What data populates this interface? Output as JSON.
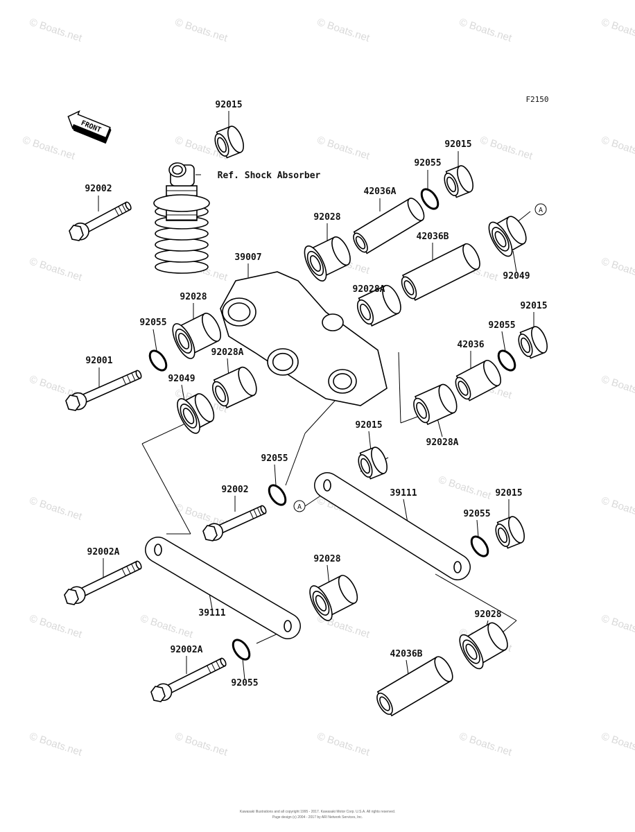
{
  "diagram_code": "F2150",
  "front_indicator": "FRONT",
  "reference_note": "Ref. Shock Absorber",
  "ref_marker": "A",
  "watermark": "© Boats.net",
  "labels": [
    "92015",
    "92002",
    "92015",
    "92055",
    "42036A",
    "92028",
    "42036B",
    "92049",
    "39007",
    "92028A",
    "92028",
    "92015",
    "92055",
    "92055",
    "42036",
    "92001",
    "92028A",
    "92049",
    "92028A",
    "92015",
    "92055",
    "92002",
    "39111",
    "92015",
    "92055",
    "92002A",
    "92028",
    "39111",
    "92028",
    "42036B",
    "92002A",
    "92055"
  ],
  "footer": {
    "line1": "Kawasaki Illustrations and all copyright 1995 - 2017. Kawasaki Motor Corp. U.S.A. All rights reserved.",
    "line2": "Page design (c) 2004 - 2017 by ARI Network Services, Inc."
  }
}
